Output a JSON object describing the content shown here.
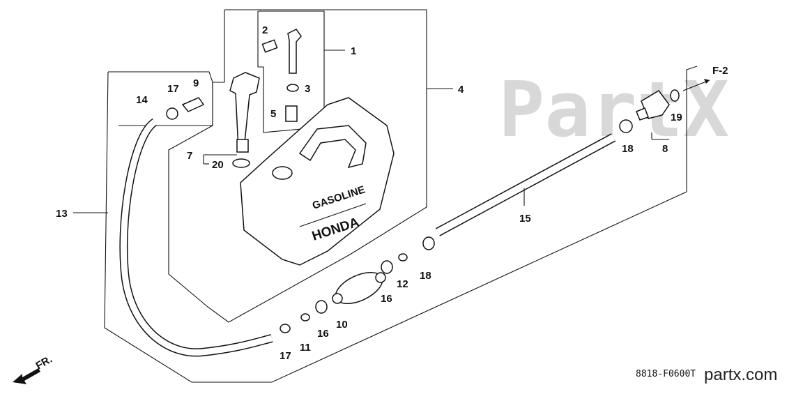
{
  "diagram": {
    "callouts": [
      "1",
      "2",
      "3",
      "4",
      "5",
      "7",
      "8",
      "9",
      "10",
      "11",
      "12",
      "13",
      "14",
      "15",
      "16",
      "16",
      "17",
      "17",
      "18",
      "18",
      "19",
      "20"
    ],
    "reference_label": "F-2",
    "direction_label": "FR.",
    "tank_text_top": "GASOLINE",
    "tank_text_brand": "HONDA",
    "diagram_code": "8818-F0600T",
    "watermark_text": "PartX",
    "site_text": "partx.com"
  }
}
